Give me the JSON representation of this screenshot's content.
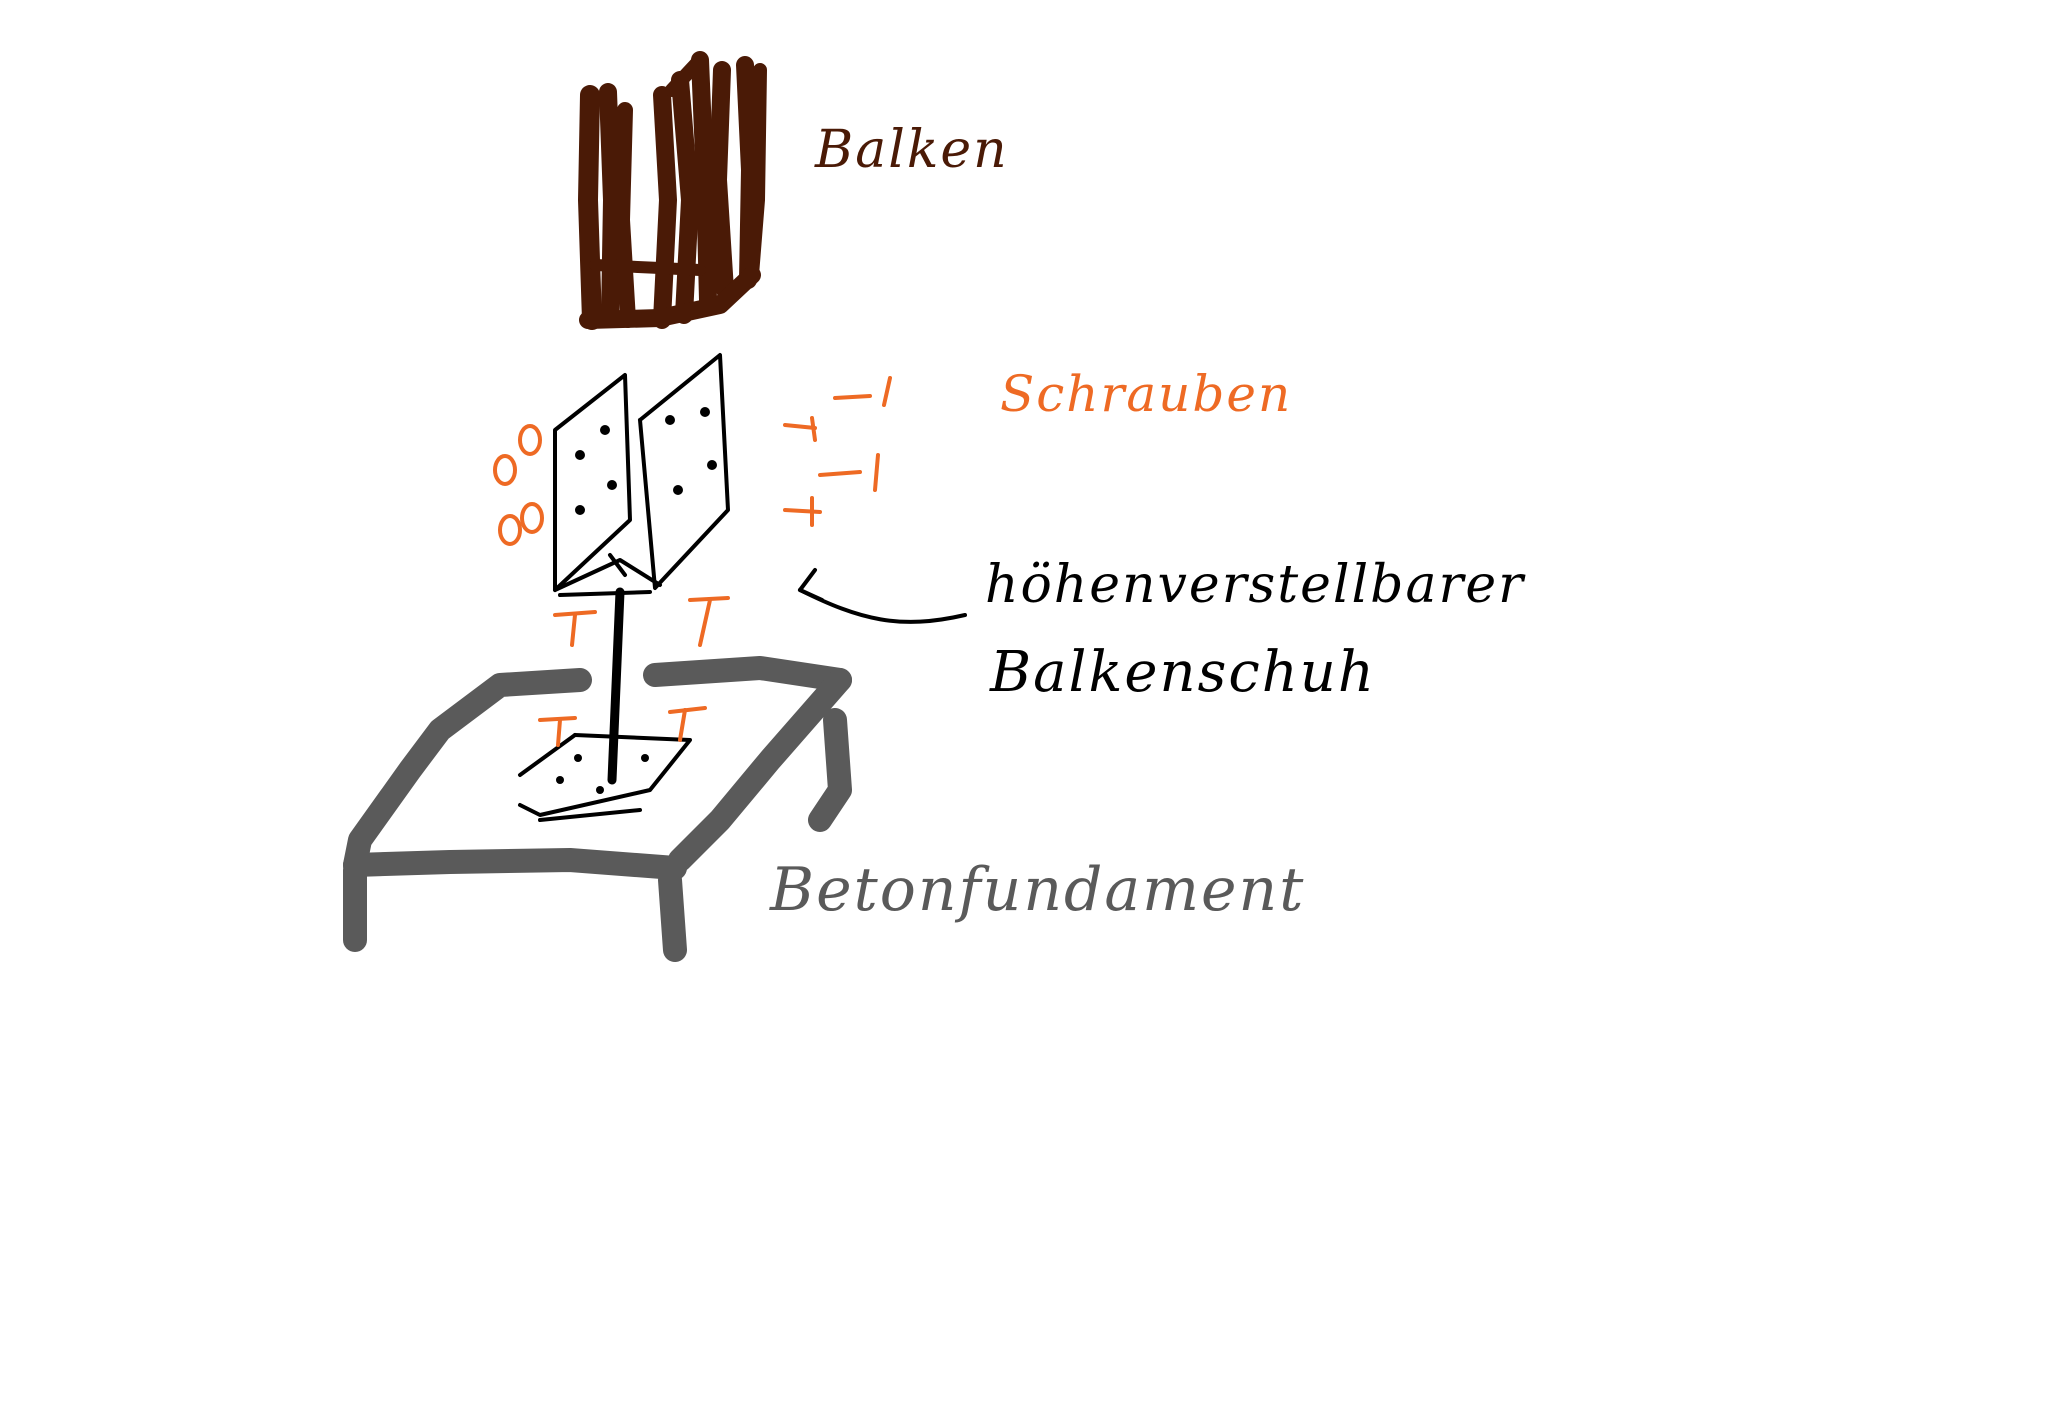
{
  "labels": {
    "beam": "Balken",
    "screws": "Schrauben",
    "shoe_line1": "höhenverstellbarer",
    "shoe_line2": "Balkenschuh",
    "foundation": "Betonfundament"
  },
  "colors": {
    "beam": "#4a1a06",
    "screws": "#ee6a24",
    "ink": "#000000",
    "foundation": "#5a5a5a",
    "background": "#ffffff"
  }
}
